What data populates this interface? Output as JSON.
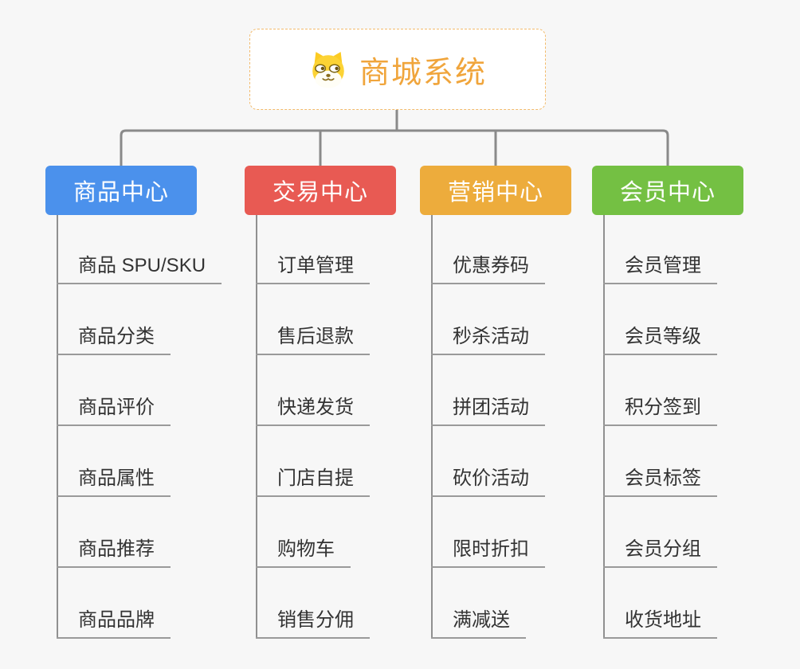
{
  "root": {
    "title": "商城系统",
    "icon": "dog-face-icon"
  },
  "branches": [
    {
      "label": "商品中心",
      "color": "#4b91ec",
      "items": [
        "商品 SPU/SKU",
        "商品分类",
        "商品评价",
        "商品属性",
        "商品推荐",
        "商品品牌"
      ]
    },
    {
      "label": "交易中心",
      "color": "#e85a53",
      "items": [
        "订单管理",
        "售后退款",
        "快递发货",
        "门店自提",
        "购物车",
        "销售分佣"
      ]
    },
    {
      "label": "营销中心",
      "color": "#edac3c",
      "items": [
        "优惠券码",
        "秒杀活动",
        "拼团活动",
        "砍价活动",
        "限时折扣",
        "满减送"
      ]
    },
    {
      "label": "会员中心",
      "color": "#74c043",
      "items": [
        "会员管理",
        "会员等级",
        "积分签到",
        "会员标签",
        "会员分组",
        "收货地址"
      ]
    }
  ],
  "colors": {
    "background": "#f7f7f7",
    "connector_line": "#8a8a8a",
    "leaf_underline": "#9a9a9a",
    "leaf_text": "#333333",
    "root_text": "#f0a53c",
    "root_border": "#f2ba6b"
  }
}
